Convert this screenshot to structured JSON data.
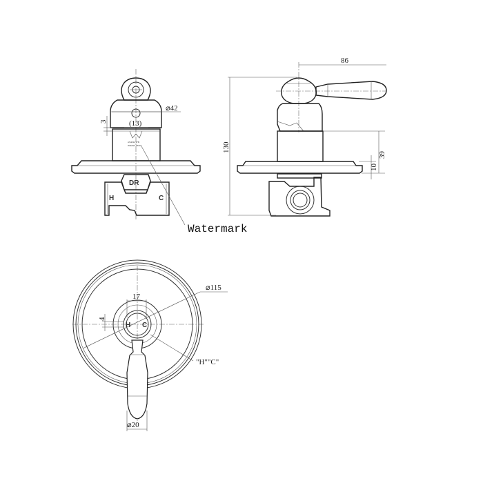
{
  "front_view": {
    "dia_body": "⌀42",
    "dim_13": "(13)",
    "dim_3": "3",
    "label_dr": "DR",
    "label_h": "H",
    "label_c": "C",
    "stamp_line1": "AS4032 37B",
    "stamp_line2": "WaMark 25002"
  },
  "side_view": {
    "dim_86": "86",
    "dim_130": "130",
    "dim_39": "39",
    "dim_10": "10"
  },
  "watermark_label": "Watermark",
  "plan_view": {
    "dia_plate": "⌀115",
    "dim_17": "17",
    "dim_4": "4",
    "label_h": "H",
    "label_c": "C",
    "hc_callout": "\"H\"\"C\"",
    "dia_handle": "⌀20"
  }
}
